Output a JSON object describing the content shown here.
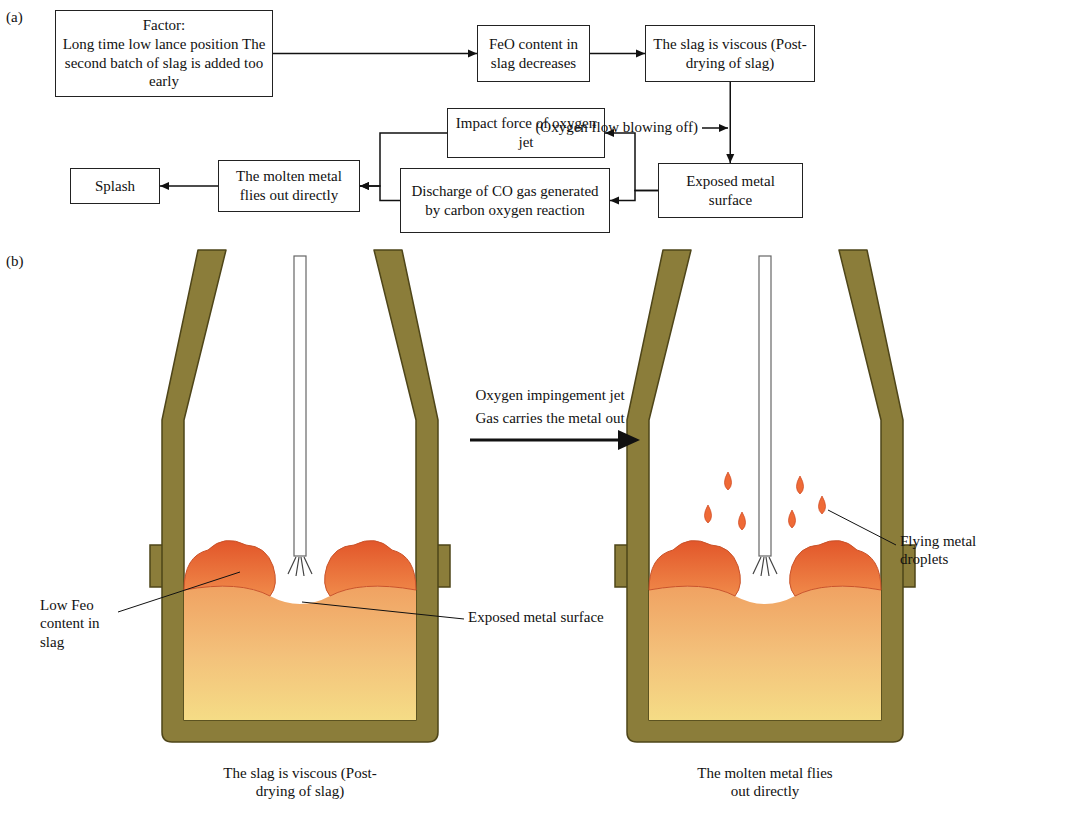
{
  "diagram": {
    "nodes": [
      {
        "text": [
          "Factor:",
          "Long time low lance position The second batch of slag is added too early"
        ]
      },
      {
        "text": [
          "FeO content in slag decreases"
        ]
      },
      {
        "text": [
          "The slag is viscous (Post-drying of slag)"
        ]
      },
      {
        "text": [
          "Exposed metal surface"
        ]
      },
      {
        "text": [
          "Impact force of oxygen jet"
        ]
      },
      {
        "text": [
          "Discharge of CO gas generated by carbon oxygen reaction"
        ]
      },
      {
        "text": [
          "The molten metal flies out directly"
        ]
      },
      {
        "text": [
          "Splash"
        ]
      }
    ],
    "edges": [
      {
        "from": 0,
        "to": 1,
        "arrow": "to"
      },
      {
        "from": 1,
        "to": 2,
        "arrow": "to"
      },
      {
        "from": 2,
        "to": 3,
        "arrow": "to"
      },
      {
        "from": 3,
        "to": 4,
        "arrow": "to"
      },
      {
        "from": 3,
        "to": 5,
        "arrow": "to"
      },
      {
        "from": 4,
        "to": 6,
        "arrow": "to"
      },
      {
        "from": 5,
        "to": 6,
        "arrow": "to"
      },
      {
        "from": 6,
        "to": 7,
        "arrow": "to"
      }
    ],
    "labels": [
      "(a)",
      "(b)",
      "(Oxygen flow blowing off)",
      "Oxygen impingement jet",
      "Gas carries the metal out",
      "Low Feo content in slag",
      "Exposed metal surface",
      "Flying metal droplets",
      "The slag is viscous (Post-drying of slag)",
      "The molten metal flies out directly"
    ]
  }
}
